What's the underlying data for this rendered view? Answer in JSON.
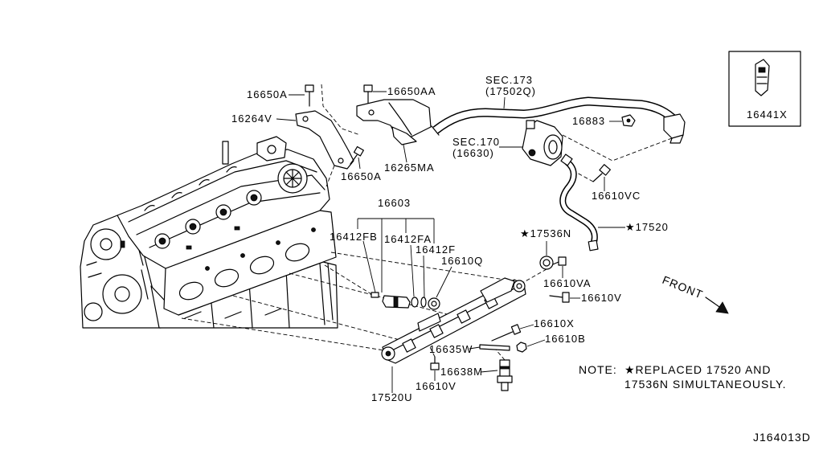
{
  "labels": {
    "bolt_16650a_upper": "16650A",
    "bolt_16650aa": "16650AA",
    "bracket_16264v": "16264V",
    "bolt_16650a_lower": "16650A",
    "bracket_16265ma": "16265MA",
    "hose_section": "SEC.173",
    "hose_ref": "(17502Q)",
    "pump_section": "SEC.170",
    "pump_ref": "(16630)",
    "clip_16883": "16883",
    "sensor_16441x": "16441X",
    "injector_16603": "16603",
    "seal_16412fb": "16412FB",
    "seal_16412fa": "16412FA",
    "seal_16412f": "16412F",
    "clip_16610q": "16610Q",
    "bolt_16610vc": "16610VC",
    "pipe_17520": "★17520",
    "seal_17536n": "★17536N",
    "bolt_16610va": "16610VA",
    "bolt_16610v_right": "16610V",
    "bolt_16610x": "16610X",
    "nut_16610b": "16610B",
    "stud_16635w": "16635W",
    "sensor_16638m": "16638M",
    "bolt_16610v_lower": "16610V",
    "rail_17520u": "17520U"
  },
  "front_label": "FRONT",
  "note": {
    "prefix": "NOTE:",
    "line1": "★REPLACED 17520 AND",
    "line2": "17536N SIMULTANEOUSLY."
  },
  "diagram_id": "J164013D"
}
